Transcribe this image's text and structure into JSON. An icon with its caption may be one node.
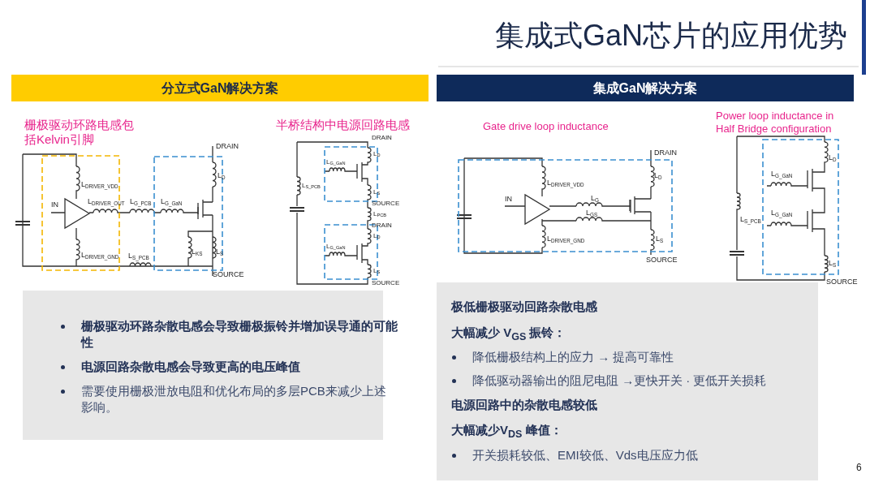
{
  "diagram": {
    "title": "集成式GaN芯片的应用优势",
    "nodes": [
      {
        "text": [
          "分立式GaN解决方案"
        ]
      },
      {
        "text": [
          "集成GaN解决方案"
        ]
      },
      {
        "text": [
          "栅极驱动环路杂散电感会导致栅极振铃并增加误导通的可能性",
          "电源回路杂散电感会导致更高的电压峰值",
          "需要使用栅极泄放电阻和优化布局的多层PCB来减少上述影响。"
        ]
      },
      {
        "text": [
          "极低栅极驱动回路杂散电感",
          "大幅减少 V$_{GS}$ 振铃：",
          "降低栅极结构上的应力 → 提高可靠性",
          "降低驱动器输出的阻尼电阻 →更快开关 · 更低开关损耗",
          "电源回路中的杂散电感较低",
          "大幅减少V$_{DS}$ 峰值：",
          "开关损耗较低、EMI较低、Vds电压应力低"
        ]
      }
    ],
    "labels": [
      "栅极驱动环路电感包括Kelvin引脚",
      "半桥结构中电源回路电感",
      "Gate drive loop inductance",
      "Power loop inductance in Half Bridge configuration",
      "DRAIN",
      "L$_{DRIVER_VDD}$",
      "IN",
      "L$_{DRIVER_OUT}$",
      "L$_{G_PCB}$",
      "L$_{G_GaN}$",
      "L$_{D}$",
      "L$_{DRIVER_GND}$",
      "L$_{S_PCB}$",
      "L$_{KS}$",
      "L$_{S}$",
      "SOURCE",
      "DRAIN",
      "L$_{D}$",
      "L$_{G_GaN}$",
      "L$_{S_PCB}$",
      "L$_{S}$",
      "SOURCE",
      "L$_{PCB}$",
      "DRAIN",
      "L$_{D}$",
      "L$_{G_GaN}$",
      "L$_{S}$",
      "SOURCE",
      "DRAIN",
      "L$_{DRIVER_VDD}$",
      "L$_{D}$",
      "IN",
      "L$_{G}$",
      "L$_{GS}$",
      "L$_{DRIVER_GND}$",
      "L$_{S}$",
      "SOURCE",
      "L$_{D}$",
      "L$_{G_GaN}$",
      "L$_{G_GaN}$",
      "L$_{S_PCB}$",
      "L$_{S}$",
      "SOURCE",
      "6"
    ]
  }
}
